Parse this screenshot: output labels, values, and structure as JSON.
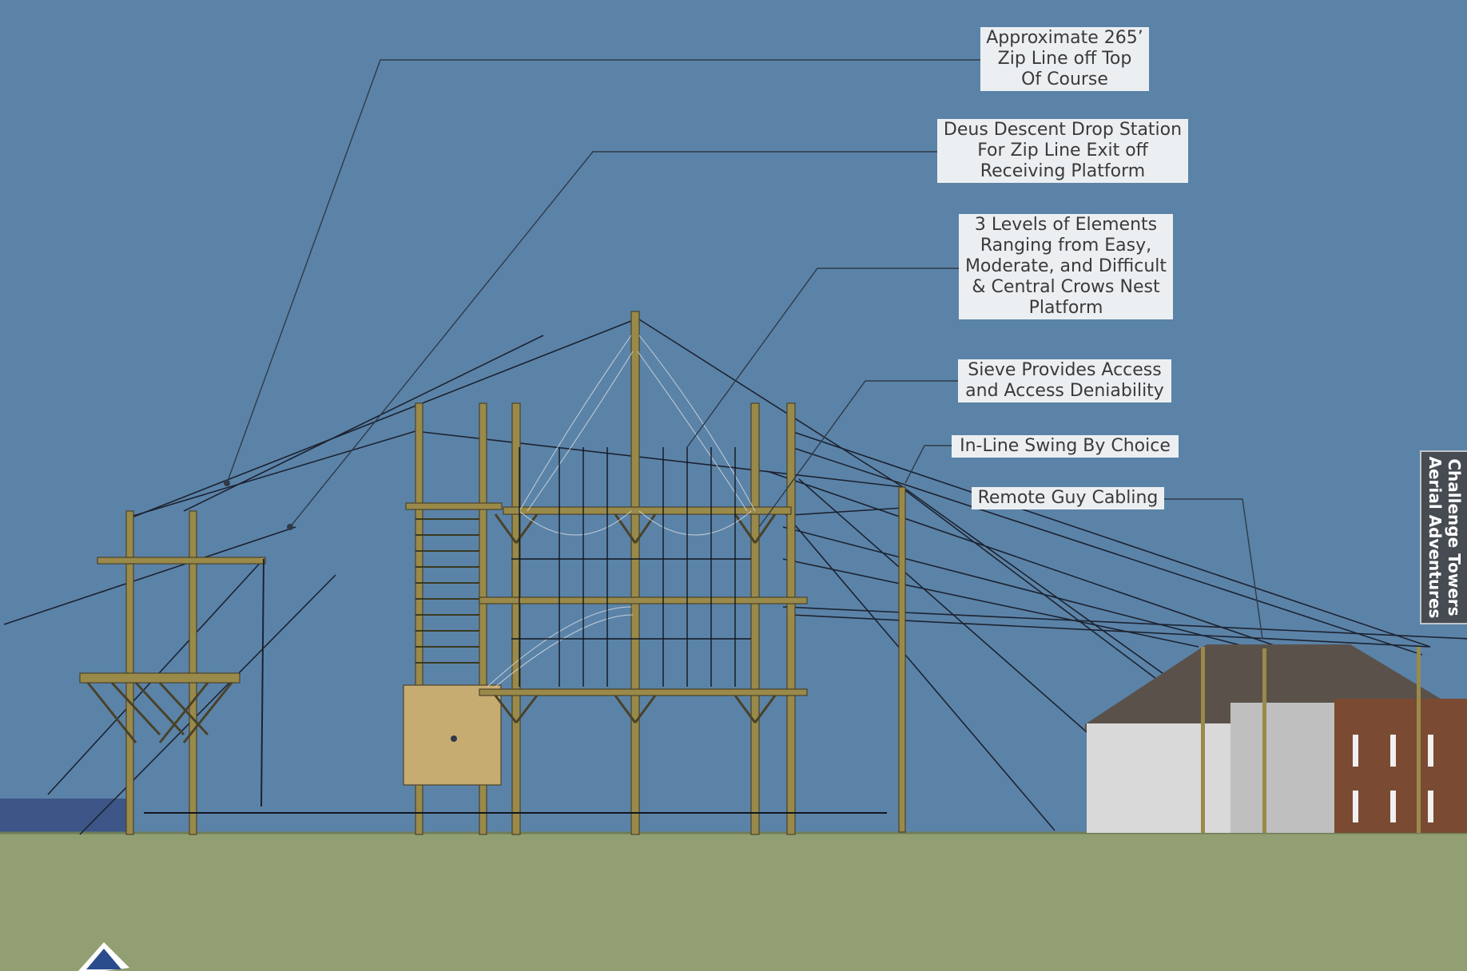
{
  "callouts": {
    "zip_line": [
      "Approximate 265’",
      "Zip Line off Top",
      "Of Course"
    ],
    "deus_descent": [
      "Deus Descent Drop Station",
      "For Zip Line Exit off",
      "Receiving Platform"
    ],
    "levels": [
      "3 Levels of Elements",
      "Ranging from Easy,",
      "Moderate, and Difficult",
      "& Central Crows Nest",
      "Platform"
    ],
    "sieve": [
      "Sieve Provides Access",
      "and Access Deniability"
    ],
    "swing": [
      "In-Line Swing By Choice"
    ],
    "guy_cabling": [
      "Remote Guy Cabling"
    ]
  },
  "side_tab": [
    "Challenge Towers",
    "Aerial Adventures"
  ],
  "icons": {
    "logo": "diamond-logo-icon"
  },
  "colors": {
    "sky": "#5b83a8",
    "ground": "#929f72",
    "timber": "#9a8a4a",
    "brick": "#7a4a32",
    "callout_bg": "#eceff2"
  }
}
